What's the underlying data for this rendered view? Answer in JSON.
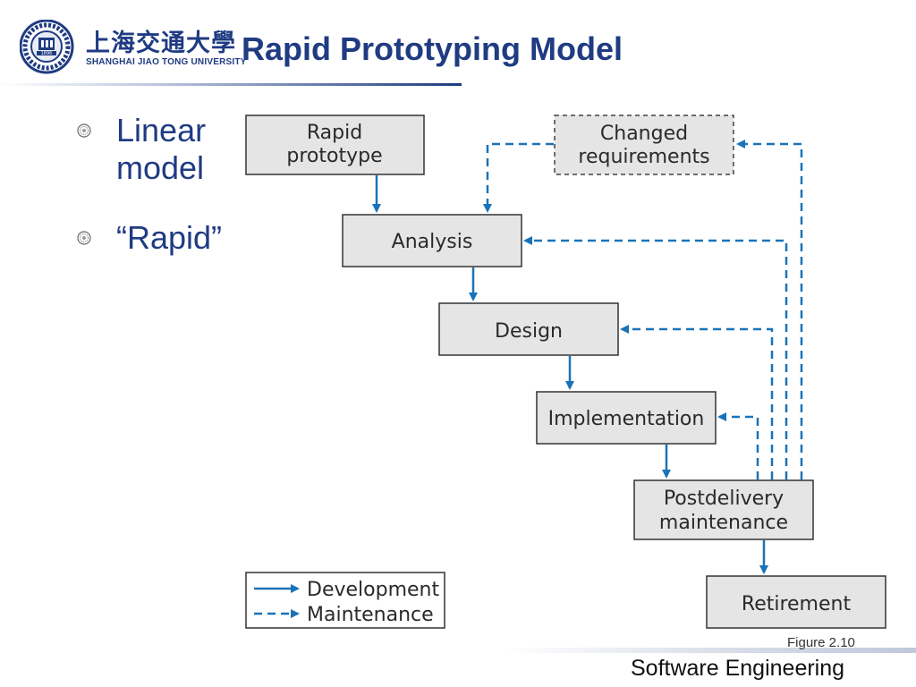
{
  "header": {
    "logo": {
      "name_cn": "上海交通大學",
      "name_en": "SHANGHAI JIAO TONG UNIVERSITY",
      "emblem_text": "1896"
    },
    "title": "Rapid Prototyping Model"
  },
  "bullets": [
    {
      "text": "Linear model"
    },
    {
      "text": "“Rapid”"
    }
  ],
  "diagram": {
    "boxes": {
      "rapid_prototype": [
        "Rapid",
        "prototype"
      ],
      "changed_requirements": [
        "Changed",
        "requirements"
      ],
      "analysis": [
        "Analysis"
      ],
      "design": [
        "Design"
      ],
      "implementation": [
        "Implementation"
      ],
      "postdelivery": [
        "Postdelivery",
        "maintenance"
      ],
      "retirement": [
        "Retirement"
      ]
    },
    "legend": {
      "development": "Development",
      "maintenance": "Maintenance"
    },
    "colors": {
      "arrow": "#1a73b8",
      "box_fill": "#e5e5e5",
      "box_stroke": "#333333",
      "title": "#1f3b82"
    }
  },
  "footer": {
    "figure_caption": "Figure 2.10",
    "course": "Software Engineering"
  }
}
